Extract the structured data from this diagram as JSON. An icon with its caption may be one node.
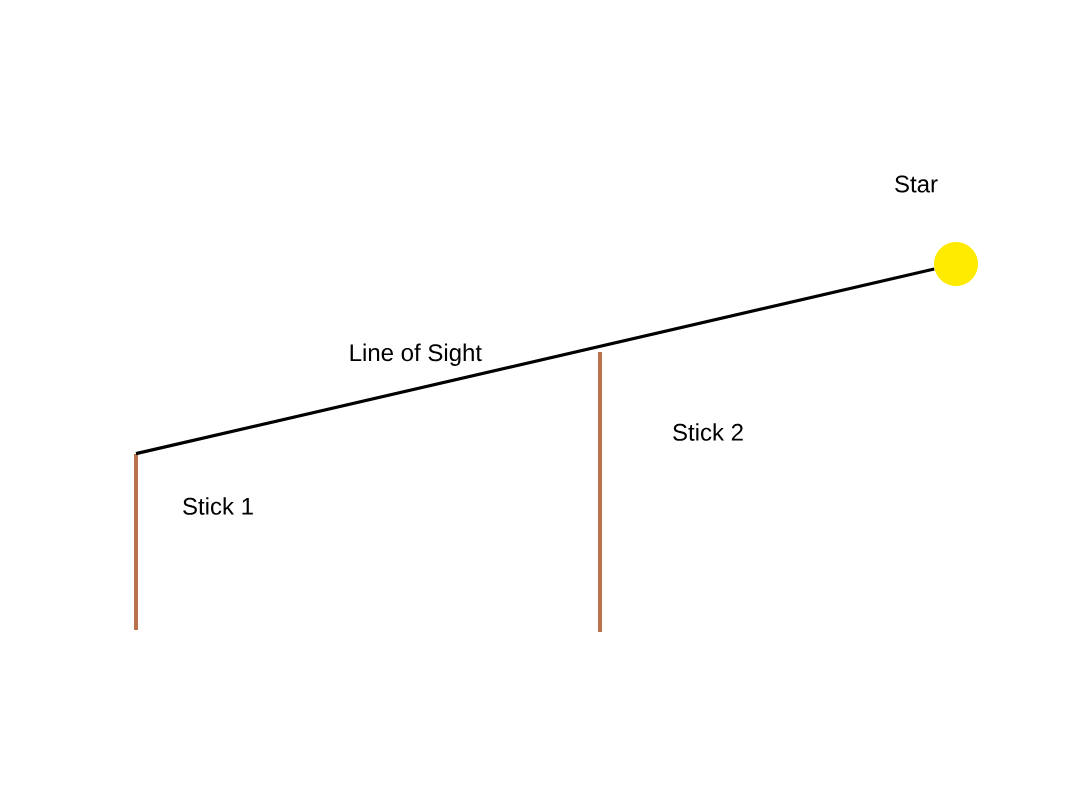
{
  "diagram": {
    "nodes": [
      {
        "text": [],
        "shape": "bar",
        "beside": [
          "Stick 1"
        ]
      },
      {
        "text": [],
        "shape": "bar",
        "beside": [
          "Stick 2"
        ]
      },
      {
        "text": [],
        "shape": "circle",
        "beside": [
          "Star"
        ]
      }
    ],
    "edges": [
      {
        "from": 0,
        "to": 2,
        "arrow": "none",
        "label": "Line of Sight"
      }
    ]
  }
}
